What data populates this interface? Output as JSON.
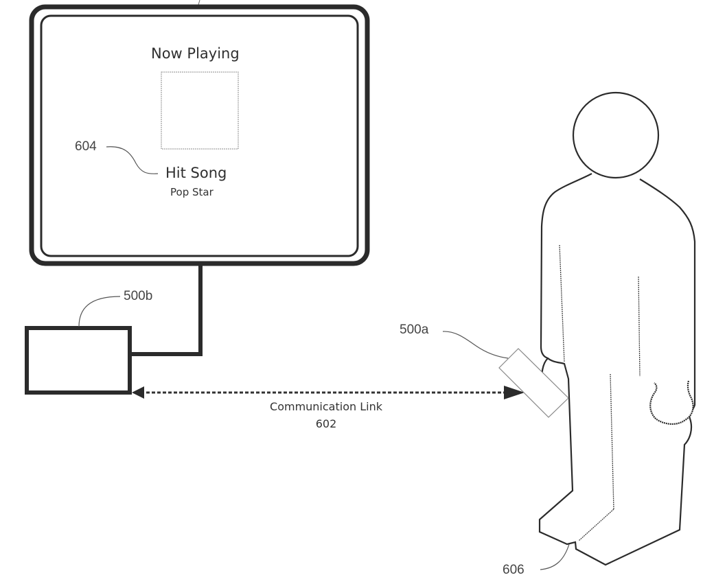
{
  "figure": {
    "display": {
      "screen_title": "Now Playing",
      "song_title": "Hit Song",
      "artist": "Pop Star",
      "ref_label": "604"
    },
    "media_box": {
      "ref_label": "500b"
    },
    "handheld_device": {
      "ref_label": "500a"
    },
    "communication_link": {
      "label": "Communication Link",
      "ref_label": "602",
      "style": "dashed-bidirectional"
    },
    "user": {
      "ref_label": "606"
    },
    "colors": {
      "stroke": "#2b2b2b",
      "thin_stroke": "#555555",
      "background": "#ffffff"
    }
  }
}
